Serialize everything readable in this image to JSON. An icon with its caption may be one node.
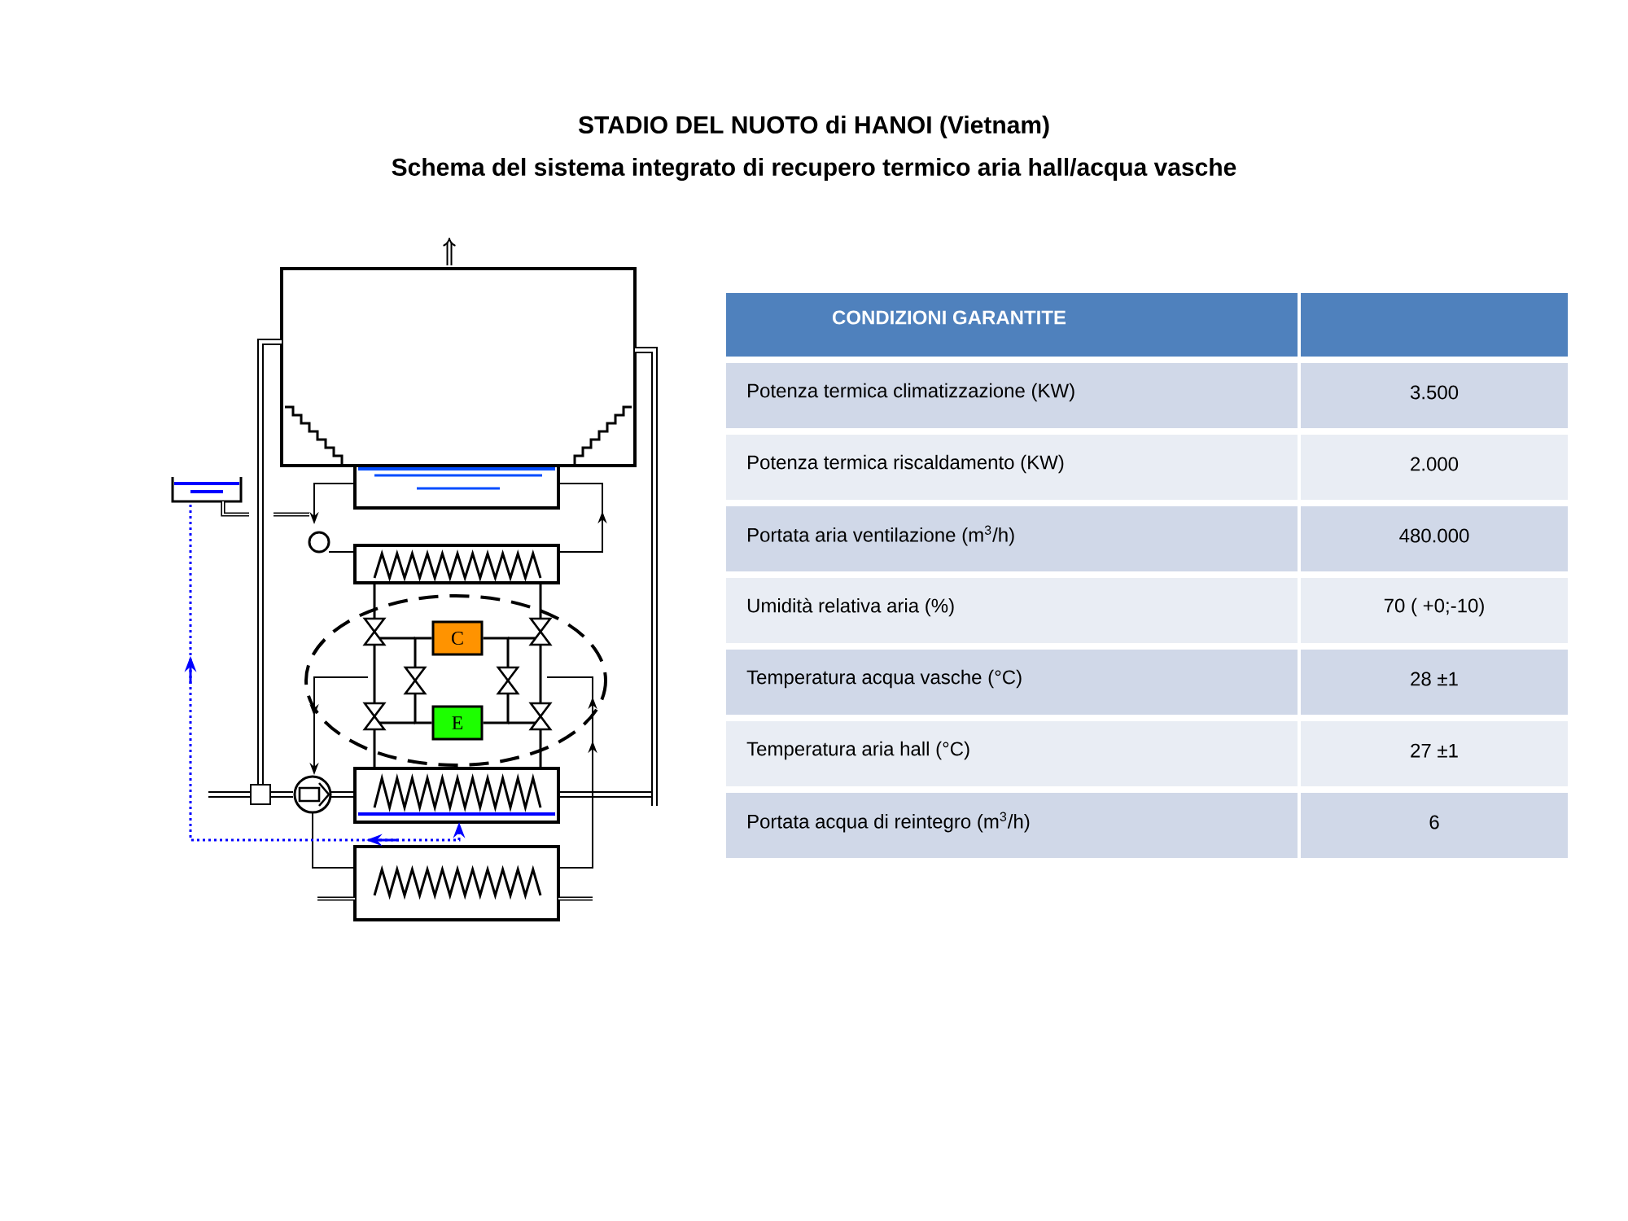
{
  "diagram": {
    "title": "STADIO  DEL  NUOTO  di  HANOI  (Vietnam)",
    "nodes": [
      {
        "text": [
          "C"
        ]
      },
      {
        "text": [
          "E"
        ]
      },
      {
        "text": [],
        "shape": "valve"
      },
      {
        "text": [],
        "shape": "valve"
      }
    ],
    "edges": [
      {
        "from": 0,
        "to": 2,
        "arrow": "none"
      },
      {
        "from": 2,
        "to": 1,
        "arrow": "none"
      },
      {
        "from": 0,
        "to": 3,
        "arrow": "none"
      },
      {
        "from": 3,
        "to": 1,
        "arrow": "none"
      }
    ],
    "labels": [
      "Schema del sistema integrato di recupero termico aria hall/acqua vasche",
      "CONDIZIONI  GARANTITE",
      "Potenza termica climatizzazione (KW)",
      "3.500",
      "Potenza termica riscaldamento (KW)",
      "2.000",
      "Portata aria ventilazione (m$^{3}$/h)",
      "480.000",
      "Umidità relativa aria (%)",
      "70 ( +0;-10)",
      "Temperatura acqua vasche (°C)",
      "28 ±1",
      "Temperatura aria hall (°C)",
      "27 ±1",
      "Portata acqua di reintegro  (m$^{3}$/h)",
      "6"
    ]
  }
}
